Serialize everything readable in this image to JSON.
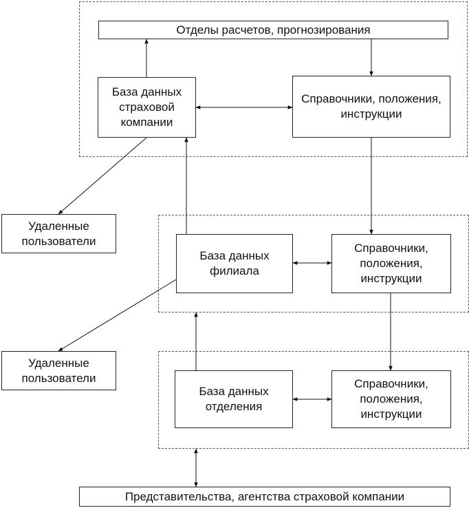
{
  "boxes": {
    "calc_depts": "Отделы расчетов, прогнозирования",
    "company_db": "База данных\nстраховой\nкомпании",
    "company_refs": "Справочники, положения,\nинструкции",
    "remote_users_1": "Удаленные\nпользователи",
    "branch_db": "База данных\nфилиала",
    "branch_refs": "Справочники,\nположения,\nинструкции",
    "remote_users_2": "Удаленные\nпользователи",
    "dept_db": "База данных\nотделения",
    "dept_refs": "Справочники,\nположения,\nинструкции",
    "agencies": "Представительства, агентства страховой компании"
  }
}
